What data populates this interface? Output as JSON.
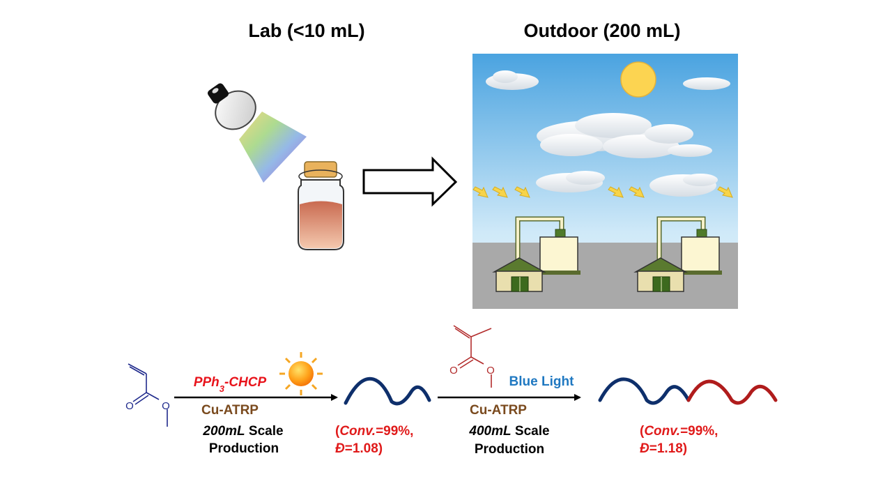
{
  "lab_title": "Lab (<10 mL)",
  "outdoor_title": "Outdoor (200 mL)",
  "reaction1": {
    "catalyst_prefix": "PPh",
    "catalyst_subscript": "3",
    "catalyst_suffix": "-CHCP",
    "method": "Cu-ATRP",
    "scale_value": "200mL",
    "scale_word": " Scale",
    "production": "Production",
    "result_line1_open": "(",
    "result_conv": "Conv.",
    "result_line1_value": "=99%,",
    "result_d": "Đ",
    "result_line2_value": "=1.08)"
  },
  "reaction2": {
    "light": "Blue Light",
    "method": "Cu-ATRP",
    "scale_value": "400mL",
    "scale_word": " Scale",
    "production": "Production",
    "result_line1_open": "(",
    "result_conv": "Conv.",
    "result_line1_value": "=99%,",
    "result_d": "Đ",
    "result_line2_value": "=1.18)"
  },
  "colors": {
    "catalyst": "#e8131b",
    "method": "#7a4a1e",
    "result": "#e01a1a",
    "blue_light": "#1f78c1",
    "polymer_block1": "#0e2f6b",
    "polymer_block2": "#b01c1c",
    "acrylate": "#1f2a8c",
    "methacrylate": "#b22b2b"
  }
}
